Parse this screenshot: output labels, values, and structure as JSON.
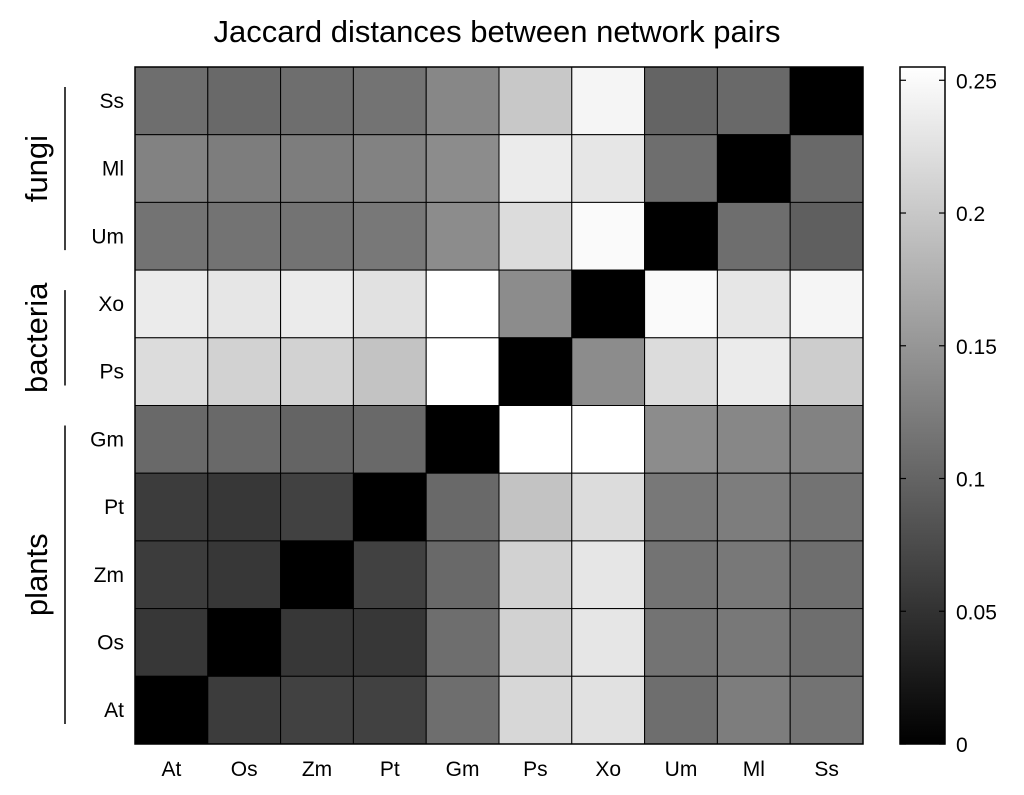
{
  "chart_data": {
    "type": "heatmap",
    "title": "Jaccard distances between network pairs",
    "x_categories": [
      "At",
      "Os",
      "Zm",
      "Pt",
      "Gm",
      "Ps",
      "Xo",
      "Um",
      "Ml",
      "Ss"
    ],
    "y_categories_top_to_bottom": [
      "Ss",
      "Ml",
      "Um",
      "Xo",
      "Ps",
      "Gm",
      "Pt",
      "Zm",
      "Os",
      "At"
    ],
    "values": [
      [
        0.11,
        0.105,
        0.11,
        0.115,
        0.135,
        0.2,
        0.245,
        0.1,
        0.105,
        0.0
      ],
      [
        0.13,
        0.125,
        0.125,
        0.13,
        0.14,
        0.235,
        0.23,
        0.11,
        0.0,
        0.105
      ],
      [
        0.115,
        0.115,
        0.115,
        0.12,
        0.14,
        0.22,
        0.25,
        0.0,
        0.11,
        0.095
      ],
      [
        0.235,
        0.23,
        0.235,
        0.225,
        0.255,
        0.14,
        0.0,
        0.25,
        0.23,
        0.245
      ],
      [
        0.22,
        0.21,
        0.21,
        0.195,
        0.255,
        0.0,
        0.14,
        0.22,
        0.235,
        0.205
      ],
      [
        0.105,
        0.105,
        0.1,
        0.105,
        0.0,
        0.255,
        0.255,
        0.14,
        0.135,
        0.13
      ],
      [
        0.06,
        0.055,
        0.065,
        0.0,
        0.105,
        0.195,
        0.22,
        0.12,
        0.125,
        0.115
      ],
      [
        0.06,
        0.055,
        0.0,
        0.065,
        0.105,
        0.21,
        0.23,
        0.115,
        0.12,
        0.11
      ],
      [
        0.055,
        0.0,
        0.055,
        0.055,
        0.11,
        0.21,
        0.23,
        0.115,
        0.12,
        0.11
      ],
      [
        0.0,
        0.06,
        0.065,
        0.065,
        0.11,
        0.215,
        0.225,
        0.11,
        0.125,
        0.115
      ]
    ],
    "colorbar": {
      "range": [
        0,
        0.255
      ],
      "ticks": [
        0,
        0.05,
        0.1,
        0.15,
        0.2,
        0.25
      ],
      "tick_labels": [
        "0",
        "0.05",
        "0.1",
        "0.15",
        "0.2",
        "0.25"
      ],
      "colormap": "gray"
    },
    "row_groups": [
      {
        "label": "fungi",
        "rows": [
          "Ss",
          "Ml",
          "Um"
        ]
      },
      {
        "label": "bacteria",
        "rows": [
          "Xo",
          "Ps"
        ]
      },
      {
        "label": "plants",
        "rows": [
          "Gm",
          "Pt",
          "Zm",
          "Os",
          "At"
        ]
      }
    ]
  }
}
